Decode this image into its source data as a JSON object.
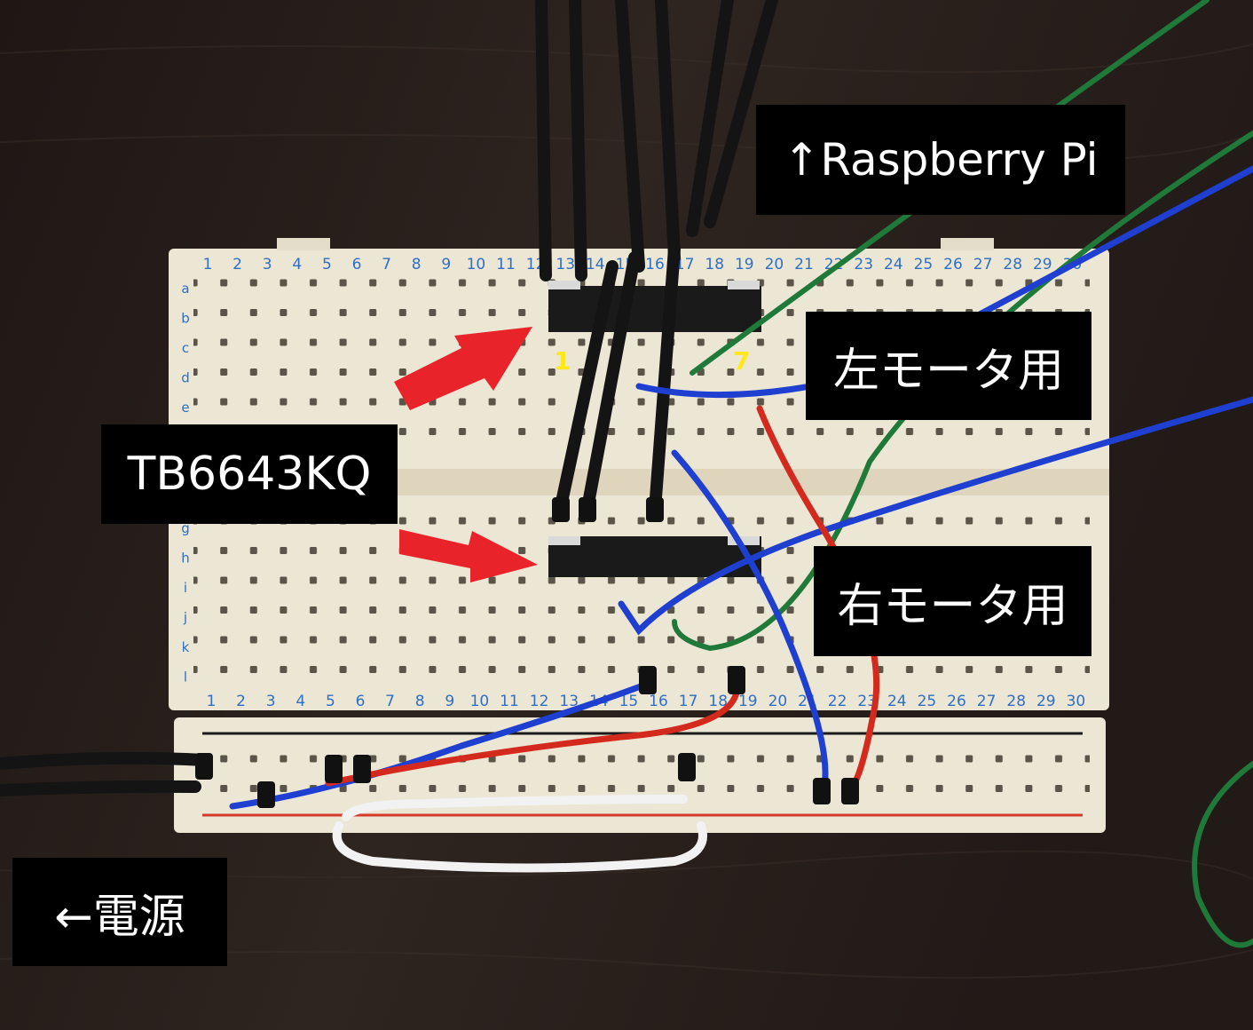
{
  "labels": {
    "raspberry_pi": "↑Raspberry Pi",
    "left_motor": "左モータ用",
    "right_motor": "右モータ用",
    "chip": "TB6643KQ",
    "power": "←電源"
  },
  "pins": {
    "first": "1",
    "last": "7"
  },
  "breadboard": {
    "column_numbers": [
      "1",
      "2",
      "3",
      "4",
      "5",
      "6",
      "7",
      "8",
      "9",
      "10",
      "11",
      "12",
      "13",
      "14",
      "15",
      "16",
      "17",
      "18",
      "19",
      "20",
      "21",
      "22",
      "23",
      "24",
      "25",
      "26",
      "27",
      "28",
      "29",
      "30"
    ],
    "top_row_letters": [
      "a",
      "b",
      "c",
      "d",
      "e"
    ],
    "bottom_row_letters": [
      "g",
      "h",
      "i",
      "j",
      "k",
      "l"
    ]
  },
  "colors": {
    "background": "#2a211e",
    "board": "#ece6d4",
    "print_blue": "#2f6fc4",
    "arrow_red": "#e8242a",
    "pin_label_yellow": "#ffe81a",
    "wire_black": "#141414",
    "wire_blue": "#1f3fd0",
    "wire_green": "#1f7a3a",
    "wire_red": "#d42a1e",
    "wire_white": "#f2f2f2"
  }
}
